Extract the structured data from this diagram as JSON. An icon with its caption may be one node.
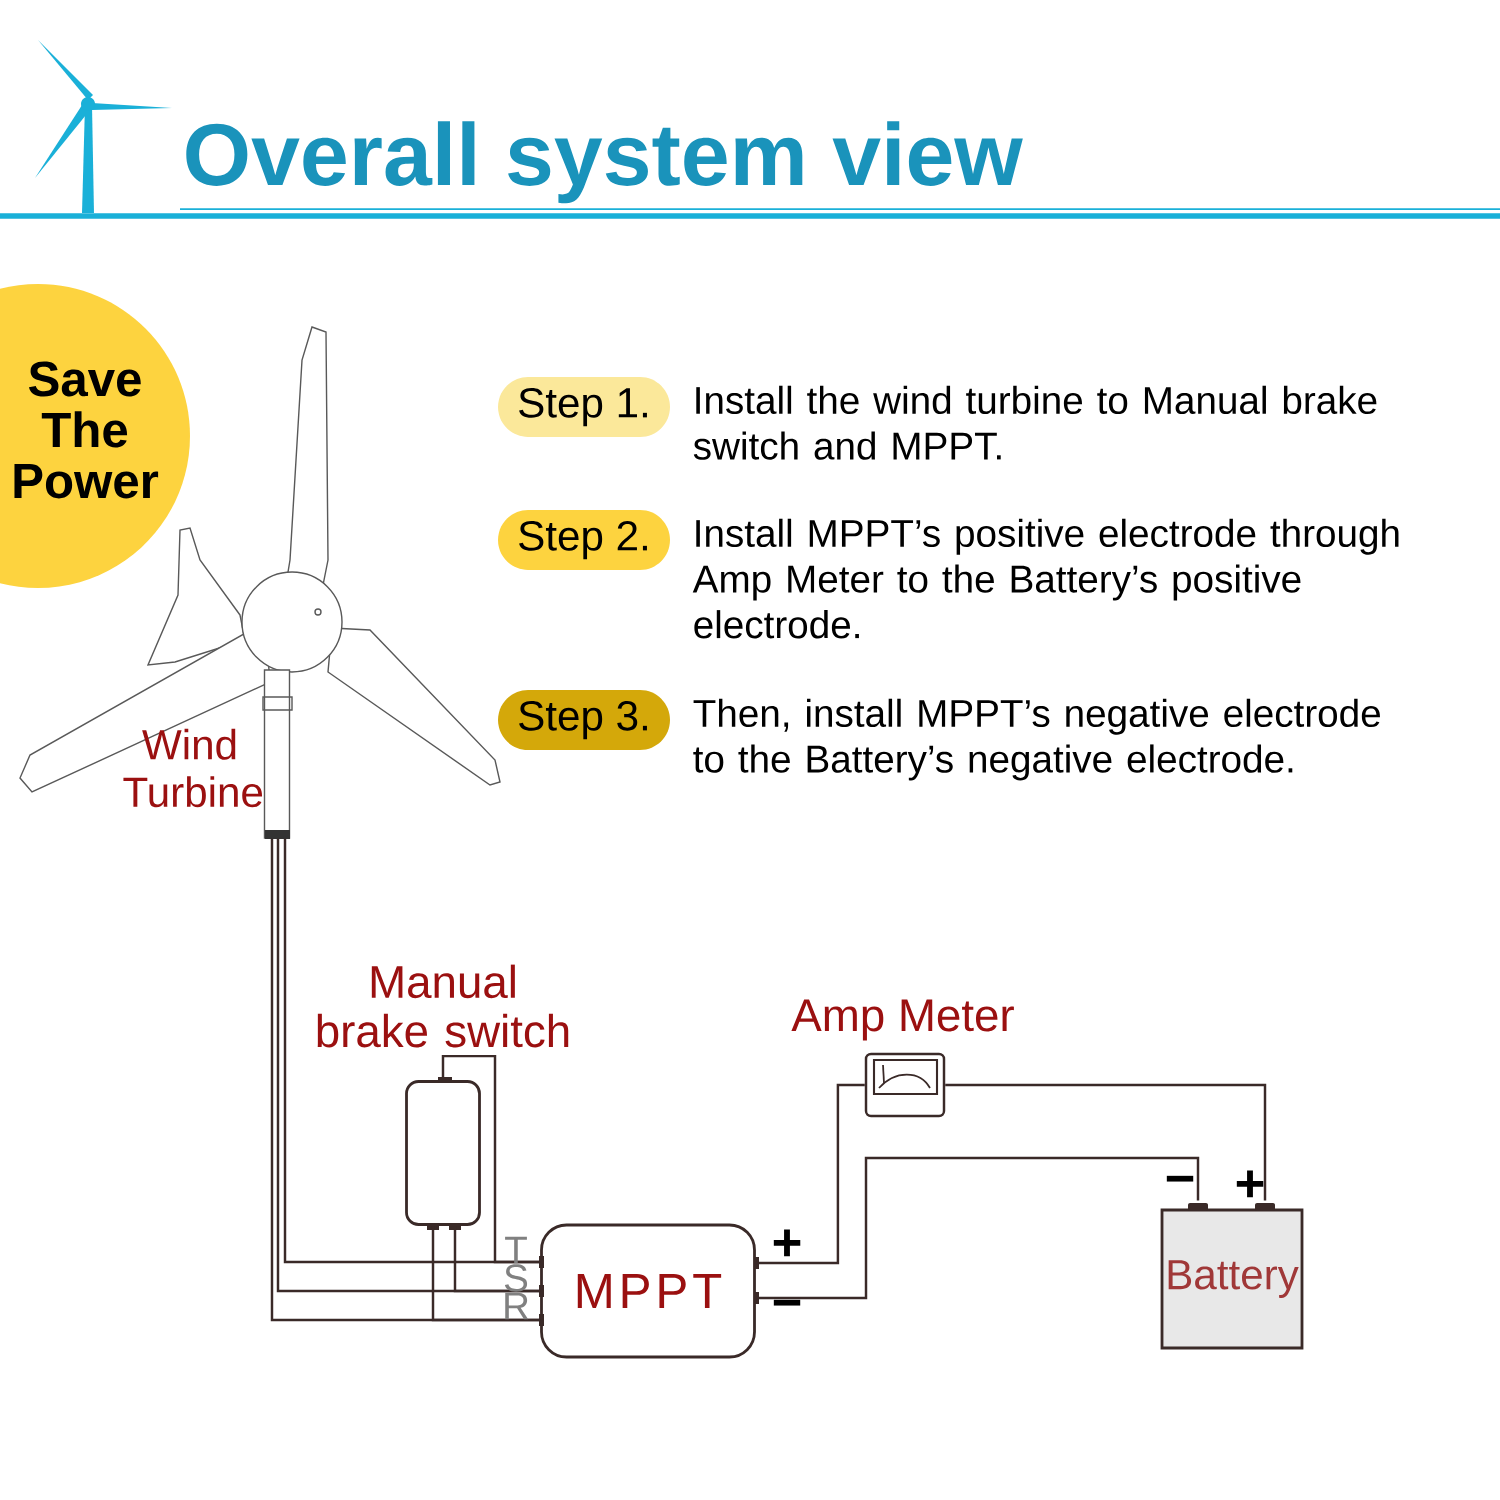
{
  "diagram": {
    "title": "Overall system view",
    "nodes": [
      {
        "text": [
          "Save The Power"
        ]
      },
      {
        "text": [
          "Step 1."
        ],
        "beside": [
          "Install the wind turbine to Manual brake switch and MPPT."
        ]
      },
      {
        "text": [
          "Step 2."
        ],
        "beside": [
          "Install MPPT’s positive electrode through Amp Meter to the Battery’s positive electrode."
        ]
      },
      {
        "text": [
          "Step 3."
        ],
        "beside": [
          "Then, install MPPT’s negative electrode to the Battery’s negative electrode."
        ]
      },
      {
        "text": [
          "Wind Turbine"
        ]
      },
      {
        "text": [],
        "shape": "box",
        "beside": [
          "Manual brake switch"
        ]
      },
      {
        "text": [
          "MPPT"
        ]
      },
      {
        "text": [],
        "shape": "picture",
        "beside": [
          "Amp Meter"
        ]
      },
      {
        "text": [
          "Battery"
        ]
      }
    ],
    "edges": [
      {
        "from": 4,
        "to": 6,
        "arrow": "none"
      },
      {
        "from": 4,
        "to": 6,
        "arrow": "none"
      },
      {
        "from": 4,
        "to": 6,
        "arrow": "none"
      },
      {
        "from": 5,
        "to": 6,
        "arrow": "none"
      },
      {
        "from": 5,
        "to": 6,
        "arrow": "none"
      },
      {
        "from": 5,
        "to": 6,
        "arrow": "none"
      },
      {
        "from": 6,
        "to": 7,
        "arrow": "none"
      },
      {
        "from": 7,
        "to": 8,
        "arrow": "none"
      },
      {
        "from": 6,
        "to": 8,
        "arrow": "none"
      }
    ],
    "labels": [
      "T",
      "S",
      "R",
      "+",
      "−",
      "−",
      "+"
    ]
  }
}
